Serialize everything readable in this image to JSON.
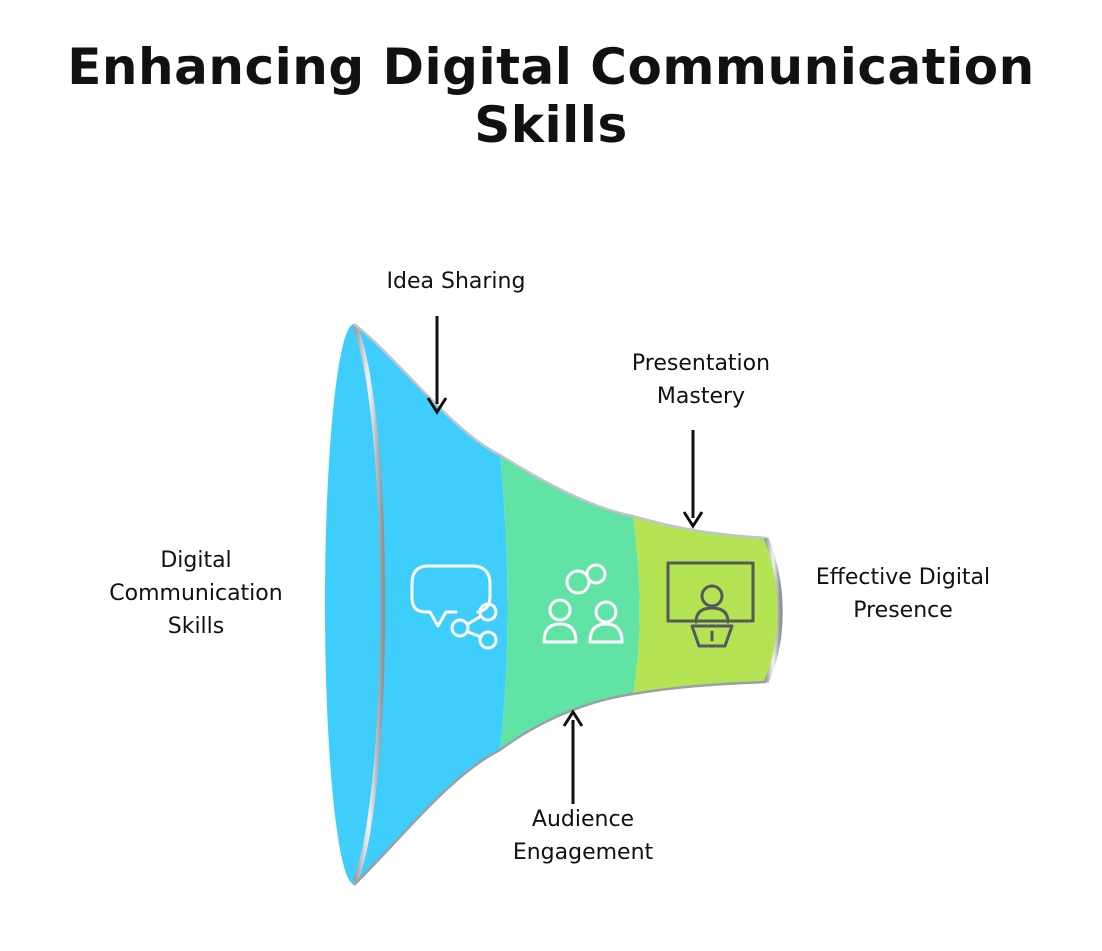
{
  "title": "Enhancing Digital Communication Skills",
  "labels": {
    "start": [
      "Digital",
      "Communication",
      "Skills"
    ],
    "idea_sharing": [
      "Idea Sharing"
    ],
    "presentation": [
      "Presentation",
      "Mastery"
    ],
    "end": [
      "Effective Digital",
      "Presence"
    ],
    "audience": [
      "Audience",
      "Engagement"
    ]
  },
  "segments": [
    {
      "name": "Idea Sharing",
      "color": "#3fcdfc",
      "icon": "chat-share-icon"
    },
    {
      "name": "Audience Engagement",
      "color": "#62e3a6",
      "icon": "audience-people-icon"
    },
    {
      "name": "Presentation Mastery",
      "color": "#b4e354",
      "icon": "presenter-screen-icon"
    }
  ]
}
